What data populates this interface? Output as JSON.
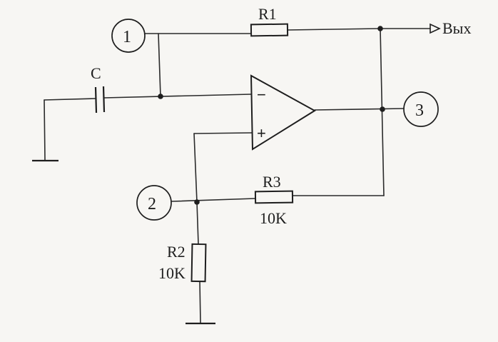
{
  "components": {
    "r1": {
      "label": "R1"
    },
    "r2": {
      "label": "R2",
      "value": "10K"
    },
    "r3": {
      "label": "R3",
      "value": "10K"
    },
    "c": {
      "label": "C"
    }
  },
  "opamp": {
    "inverting": "−",
    "non_inverting": "+"
  },
  "nodes": [
    "1",
    "2",
    "3"
  ],
  "output_label": "Вых",
  "colors": {
    "ink": "#1e1e1e",
    "paper": "#f7f6f3"
  }
}
